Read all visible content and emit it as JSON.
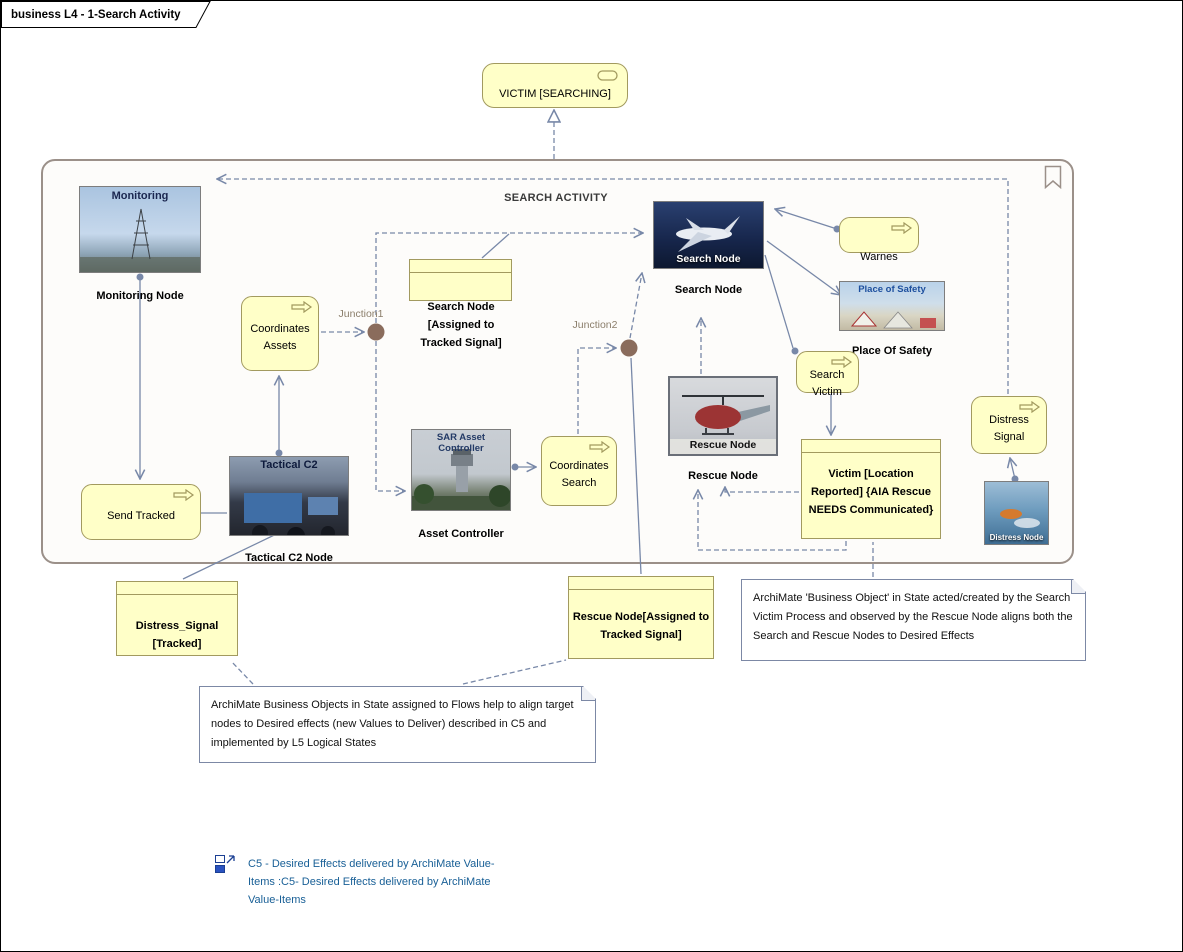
{
  "tab": {
    "title": "business L4 - 1-Search Activity"
  },
  "colors": {
    "element_fill": "#ffffc8",
    "element_border": "#a29a5f",
    "connector": "#7888a8",
    "junction": "#8a6c5c",
    "group_border": "#9b9089",
    "group_fill": "#fdfcfa",
    "note_border": "#7c88a5",
    "link_blue": "#185f96"
  },
  "diagram": {
    "group_title": "SEARCH ACTIVITY",
    "victim_state": "VICTIM [SEARCHING]",
    "junction1": "Junction1",
    "junction2": "Junction2"
  },
  "images": {
    "monitoring": {
      "photo_text": "Monitoring",
      "label": "Monitoring Node"
    },
    "tactical_c2": {
      "photo_text": "Tactical C2",
      "label": "Tactical C2 Node"
    },
    "asset_controller": {
      "photo_text": "SAR Asset Controller",
      "label": "Asset Controller"
    },
    "search_node": {
      "photo_text": "Search Node",
      "label": "Search Node"
    },
    "rescue_node": {
      "photo_text": "Rescue Node",
      "label": "Rescue Node"
    },
    "place_of_safety": {
      "photo_text": "Place of Safety",
      "label": "Place Of Safety"
    },
    "distress_node": {
      "photo_text": "Distress Node"
    }
  },
  "processes": {
    "coordinates_assets": "Coordinates\nAssets",
    "send_tracked": "Send Tracked",
    "coordinates_search": "Coordinates\nSearch",
    "warnes": "Warnes",
    "search_victim": "Search\nVictim",
    "distress_signal": "Distress\nSignal"
  },
  "objects": {
    "search_node_assigned": "Search Node\n[Assigned to\nTracked Signal]",
    "victim_location": "Victim [Location\nReported] {AIA Rescue\nNEEDS Communicated}",
    "distress_signal_tracked": "Distress_Signal\n[Tracked]",
    "rescue_node_assigned": "Rescue Node[Assigned to\nTracked Signal]"
  },
  "notes": {
    "flows_note": "ArchiMate Business Objects in State assigned to Flows help to align target nodes to Desired effects (new Values to Deliver) described in C5 and implemented by L5 Logical States",
    "business_object_note": "ArchiMate 'Business Object' in State acted/created by the Search Victim Process and observed by the Rescue Node aligns both the Search and Rescue Nodes to Desired Effects"
  },
  "hyperlink": {
    "text": "C5 - Desired Effects delivered by ArchiMate Value-Items  :C5- Desired Effects delivered by ArchiMate Value-Items"
  }
}
